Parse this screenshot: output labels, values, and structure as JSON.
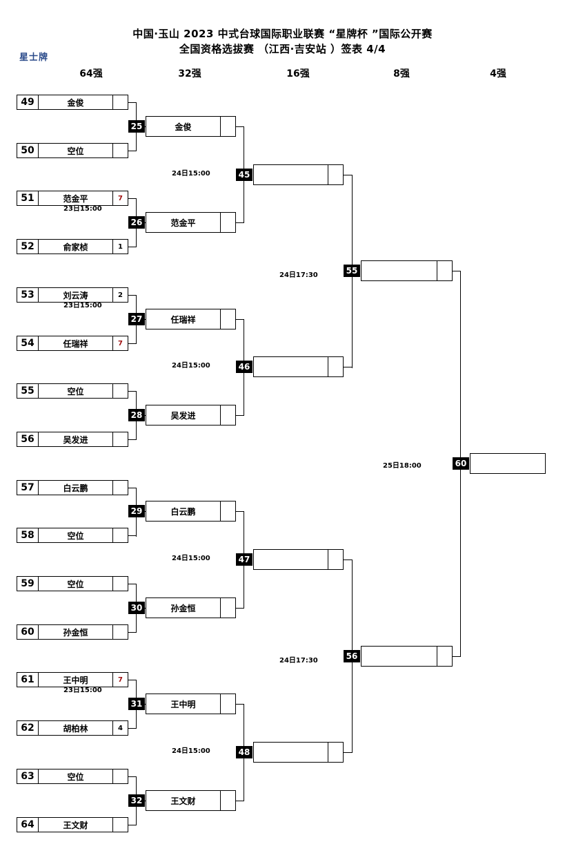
{
  "header": {
    "title_line1": "中国·玉山 2023 中式台球国际职业联赛 “星牌杯 ”国际公开赛",
    "title_line2": "全国资格选拔赛 （江西·吉安站 ）签表 4/4",
    "logo_text": "星士牌"
  },
  "rounds": [
    "64强",
    "32强",
    "16强",
    "8强",
    "4强"
  ],
  "r64": [
    {
      "seed": "49",
      "name": "金俊",
      "score": ""
    },
    {
      "seed": "50",
      "name": "空位",
      "score": ""
    },
    {
      "seed": "51",
      "name": "范金平",
      "score": "7"
    },
    {
      "seed": "52",
      "name": "俞家桢",
      "score": "1"
    },
    {
      "seed": "53",
      "name": "刘云涛",
      "score": "2"
    },
    {
      "seed": "54",
      "name": "任瑞祥",
      "score": "7"
    },
    {
      "seed": "55",
      "name": "空位",
      "score": ""
    },
    {
      "seed": "56",
      "name": "吴发进",
      "score": ""
    },
    {
      "seed": "57",
      "name": "白云鹏",
      "score": ""
    },
    {
      "seed": "58",
      "name": "空位",
      "score": ""
    },
    {
      "seed": "59",
      "name": "空位",
      "score": ""
    },
    {
      "seed": "60",
      "name": "孙金恒",
      "score": ""
    },
    {
      "seed": "61",
      "name": "王中明",
      "score": "7"
    },
    {
      "seed": "62",
      "name": "胡柏林",
      "score": "4"
    },
    {
      "seed": "63",
      "name": "空位",
      "score": ""
    },
    {
      "seed": "64",
      "name": "王文财",
      "score": ""
    }
  ],
  "r32": [
    {
      "match": "25",
      "name": "金俊",
      "time": ""
    },
    {
      "match": "26",
      "name": "范金平",
      "time": "23日15:00"
    },
    {
      "match": "27",
      "name": "任瑞祥",
      "time": "23日15:00"
    },
    {
      "match": "28",
      "name": "吴发进",
      "time": ""
    },
    {
      "match": "29",
      "name": "白云鹏",
      "time": ""
    },
    {
      "match": "30",
      "name": "孙金恒",
      "time": ""
    },
    {
      "match": "31",
      "name": "王中明",
      "time": "23日15:00"
    },
    {
      "match": "32",
      "name": "王文财",
      "time": ""
    }
  ],
  "r16": [
    {
      "match": "45",
      "name": "",
      "time": "24日15:00"
    },
    {
      "match": "46",
      "name": "",
      "time": "24日15:00"
    },
    {
      "match": "47",
      "name": "",
      "time": "24日15:00"
    },
    {
      "match": "48",
      "name": "",
      "time": "24日15:00"
    }
  ],
  "r8": [
    {
      "match": "55",
      "name": "",
      "time": "24日17:30"
    },
    {
      "match": "56",
      "name": "",
      "time": "24日17:30"
    }
  ],
  "r4": [
    {
      "match": "60",
      "name": "",
      "time": "25日18:00"
    }
  ]
}
